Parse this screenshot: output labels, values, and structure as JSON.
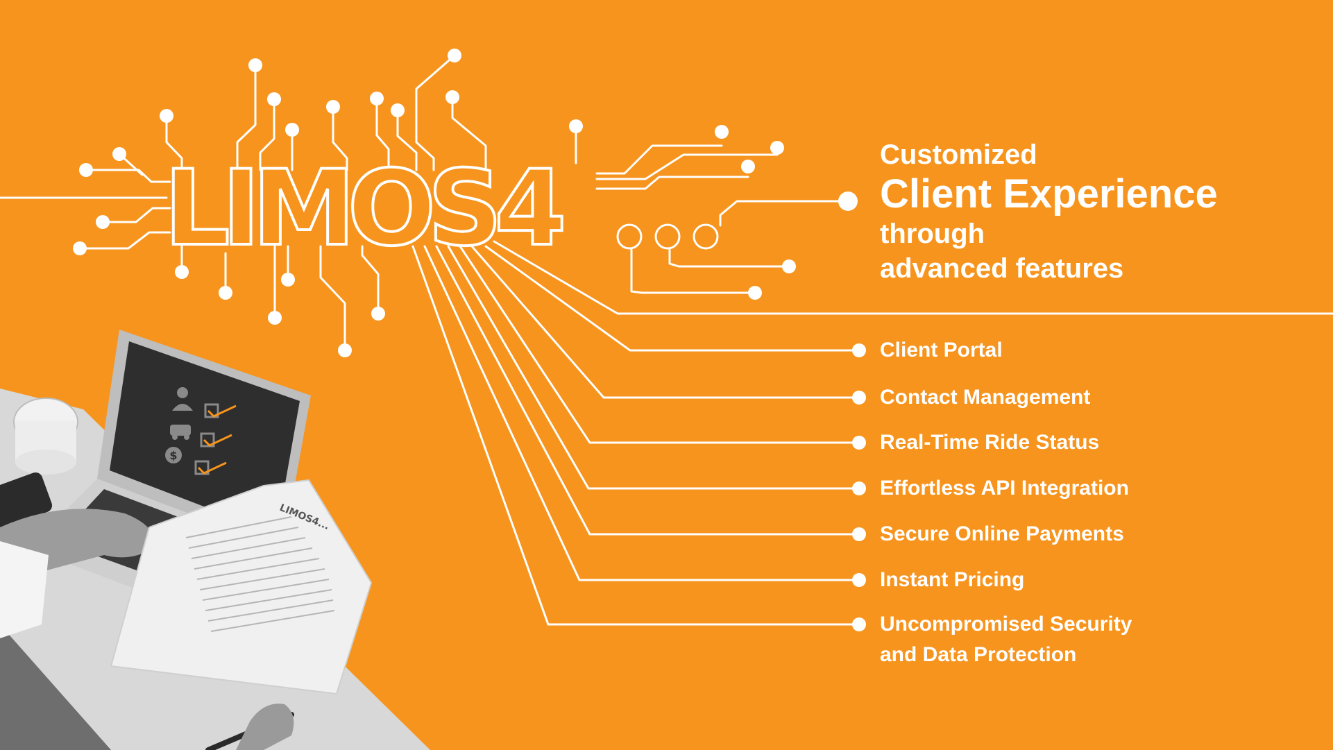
{
  "brand": {
    "logo_text": "LIMOS4",
    "laptop_doc_text": "LIMOS4..."
  },
  "heading": {
    "line1": "Customized",
    "line2": "Client Experience",
    "line3": "through",
    "line4": "advanced features"
  },
  "features": [
    "Client Portal",
    "Contact Management",
    "Real-Time Ride Status",
    "Effortless API Integration",
    "Secure Online Payments",
    "Instant Pricing",
    "Uncompromised Security",
    "and Data Protection"
  ],
  "colors": {
    "background": "#F7941D",
    "foreground": "#FFFFFF",
    "accent": "#F7941D"
  },
  "icons": {
    "screen_items": [
      "person-icon",
      "car-icon",
      "dollar-icon",
      "checkmark-icon"
    ]
  }
}
